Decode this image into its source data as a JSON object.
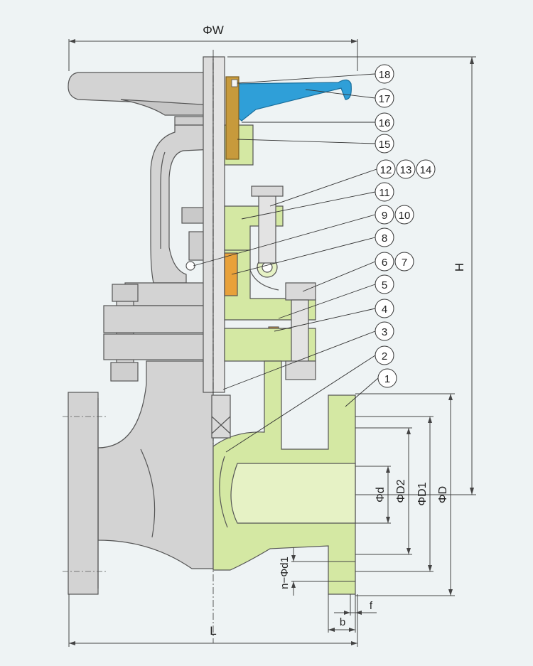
{
  "colors": {
    "background": "#eef3f4",
    "gray_part": "#d3d3d3",
    "section_part": "#d4e8a3",
    "handle_blue": "#2f9fd8",
    "gland_bronze": "#c79a3c",
    "packing_orange": "#e8a13a"
  },
  "dimensions": {
    "phi_w": "ΦW",
    "h": "H",
    "l": "L",
    "phi_d_small": "Φd",
    "phi_d2": "ΦD2",
    "phi_d1": "ΦD1",
    "phi_d": "ΦD",
    "n_phi_d1": "n−Φd1",
    "b": "b",
    "f": "f"
  },
  "callouts": [
    "18",
    "17",
    "16",
    "15",
    "12",
    "13",
    "14",
    "11",
    "9",
    "10",
    "8",
    "6",
    "7",
    "5",
    "4",
    "3",
    "2",
    "1"
  ]
}
